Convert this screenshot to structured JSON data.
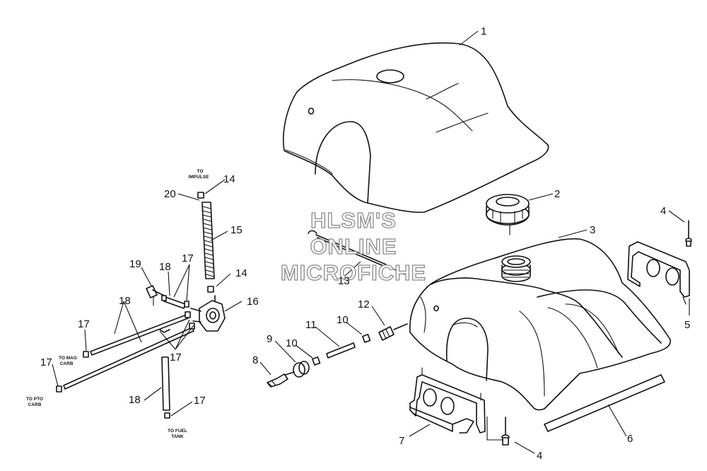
{
  "watermark": {
    "line1": "HLSM'S",
    "line2": "ONLINE",
    "line3": "MICROFICHE"
  },
  "notes": {
    "to_impulse_line1": "TO",
    "to_impulse_line2": "IMPULSE",
    "to_mag_carb_line1": "TO MAG",
    "to_mag_carb_line2": "CARB",
    "to_pto_carb_line1": "TO PTO",
    "to_pto_carb_line2": "CARB",
    "to_fuel_tank_line1": "TO FUEL",
    "to_fuel_tank_line2": "TANK"
  },
  "callouts": {
    "c1": "1",
    "c2": "2",
    "c3": "3",
    "c4a": "4",
    "c4b": "4",
    "c5": "5",
    "c6": "6",
    "c7": "7",
    "c8": "8",
    "c9": "9",
    "c10a": "10",
    "c10b": "10",
    "c11": "11",
    "c12": "12",
    "c13": "13",
    "c14a": "14",
    "c14b": "14",
    "c15": "15",
    "c16": "16",
    "c17a": "17",
    "c17b": "17",
    "c17c": "17",
    "c17d": "17",
    "c17e": "17",
    "c18a": "18",
    "c18b": "18",
    "c18c": "18",
    "c19": "19",
    "c20": "20"
  }
}
